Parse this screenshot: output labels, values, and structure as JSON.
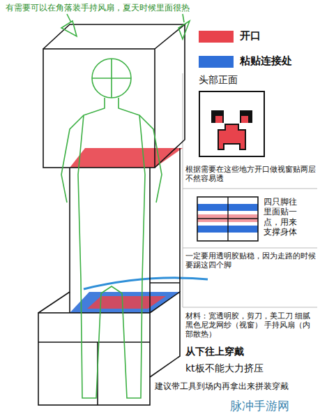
{
  "diagram": {
    "nodes": [
      {
        "text": [
          "头部正面"
        ]
      }
    ],
    "labels": [
      "有需要可以在角落装手持风扇，夏天时候里面很热",
      "根据需要在这些地方开口做视窗贴两层不然容易透",
      "四只脚往里面贴一点，用来支撑身体",
      "一定要用透明胶贴稳，因为走路的时候要踢这四个脚",
      "材料：宽透明胶，剪刀，美工刀 细腻黑色尼龙网纱（视窗） 手持风扇（内部散热）",
      "从下往上穿戴",
      "kt板不能大力挤压",
      "建议带工具到场内再拿出来拼装穿戴",
      "脉冲手游网"
    ],
    "legend": [
      {
        "text": "开口",
        "color": "#e8434c"
      },
      {
        "text": "粘贴连接处",
        "color": "#2f6fd8"
      }
    ]
  }
}
